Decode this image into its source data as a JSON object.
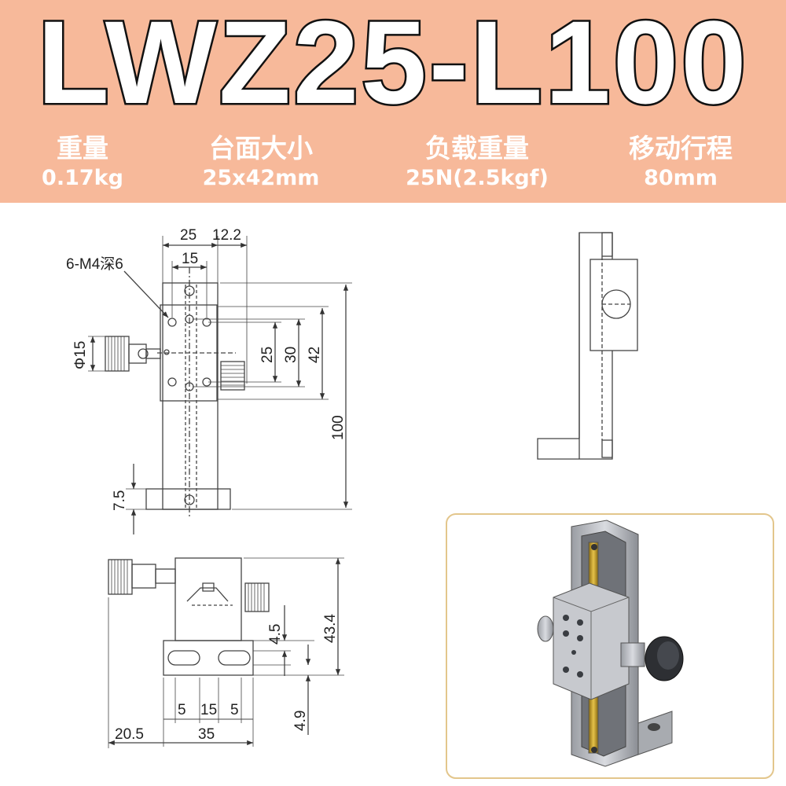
{
  "title": "LWZ25-L100",
  "specs": [
    {
      "label": "重量",
      "value": "0.17kg"
    },
    {
      "label": "台面大小",
      "value": "25x42mm"
    },
    {
      "label": "负载重量",
      "value": "25N(2.5kgf)"
    },
    {
      "label": "移动行程",
      "value": "80mm"
    }
  ],
  "colors": {
    "banner": "#f7b99a",
    "frame": "#e3c68c",
    "line": "#444444"
  },
  "dimensions": {
    "top_view": {
      "width_25": "25",
      "offset_12_2": "12.2",
      "pitch_15": "15",
      "holes_note": "6-M4深6",
      "knob_dia": "Φ15",
      "v25": "25",
      "v30": "30",
      "v42": "42",
      "v100": "100",
      "base_7_5": "7.5"
    },
    "front_view": {
      "h43_4": "43.4",
      "h4_5": "4.5",
      "h4_9": "4.9",
      "slot_5a": "5",
      "slot_15": "15",
      "slot_5b": "5",
      "left_20_5": "20.5",
      "width_35": "35"
    }
  }
}
